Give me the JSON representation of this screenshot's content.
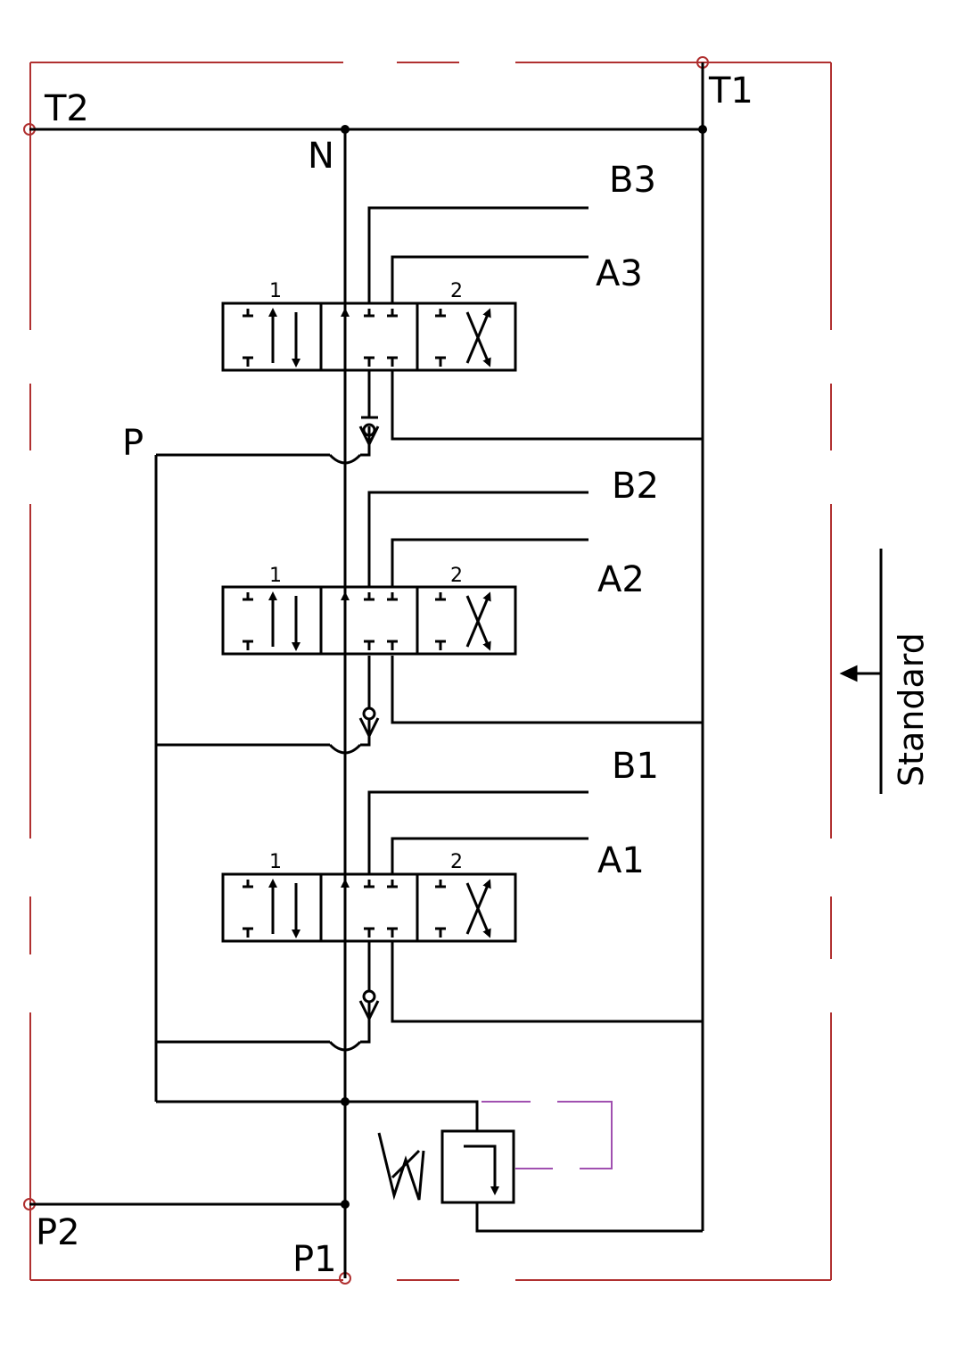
{
  "ports": {
    "t1": "T1",
    "t2": "T2",
    "n": "N",
    "p": "P",
    "p1": "P1",
    "p2": "P2"
  },
  "sections": [
    {
      "a": "A3",
      "b": "B3",
      "pos_left": "1",
      "pos_right": "2"
    },
    {
      "a": "A2",
      "b": "B2",
      "pos_left": "1",
      "pos_right": "2"
    },
    {
      "a": "A1",
      "b": "B1",
      "pos_left": "1",
      "pos_right": "2"
    }
  ],
  "side_label": "Standard",
  "colors": {
    "line": "#000000",
    "boundary": "#b03030",
    "pilot": "#a050b0"
  }
}
